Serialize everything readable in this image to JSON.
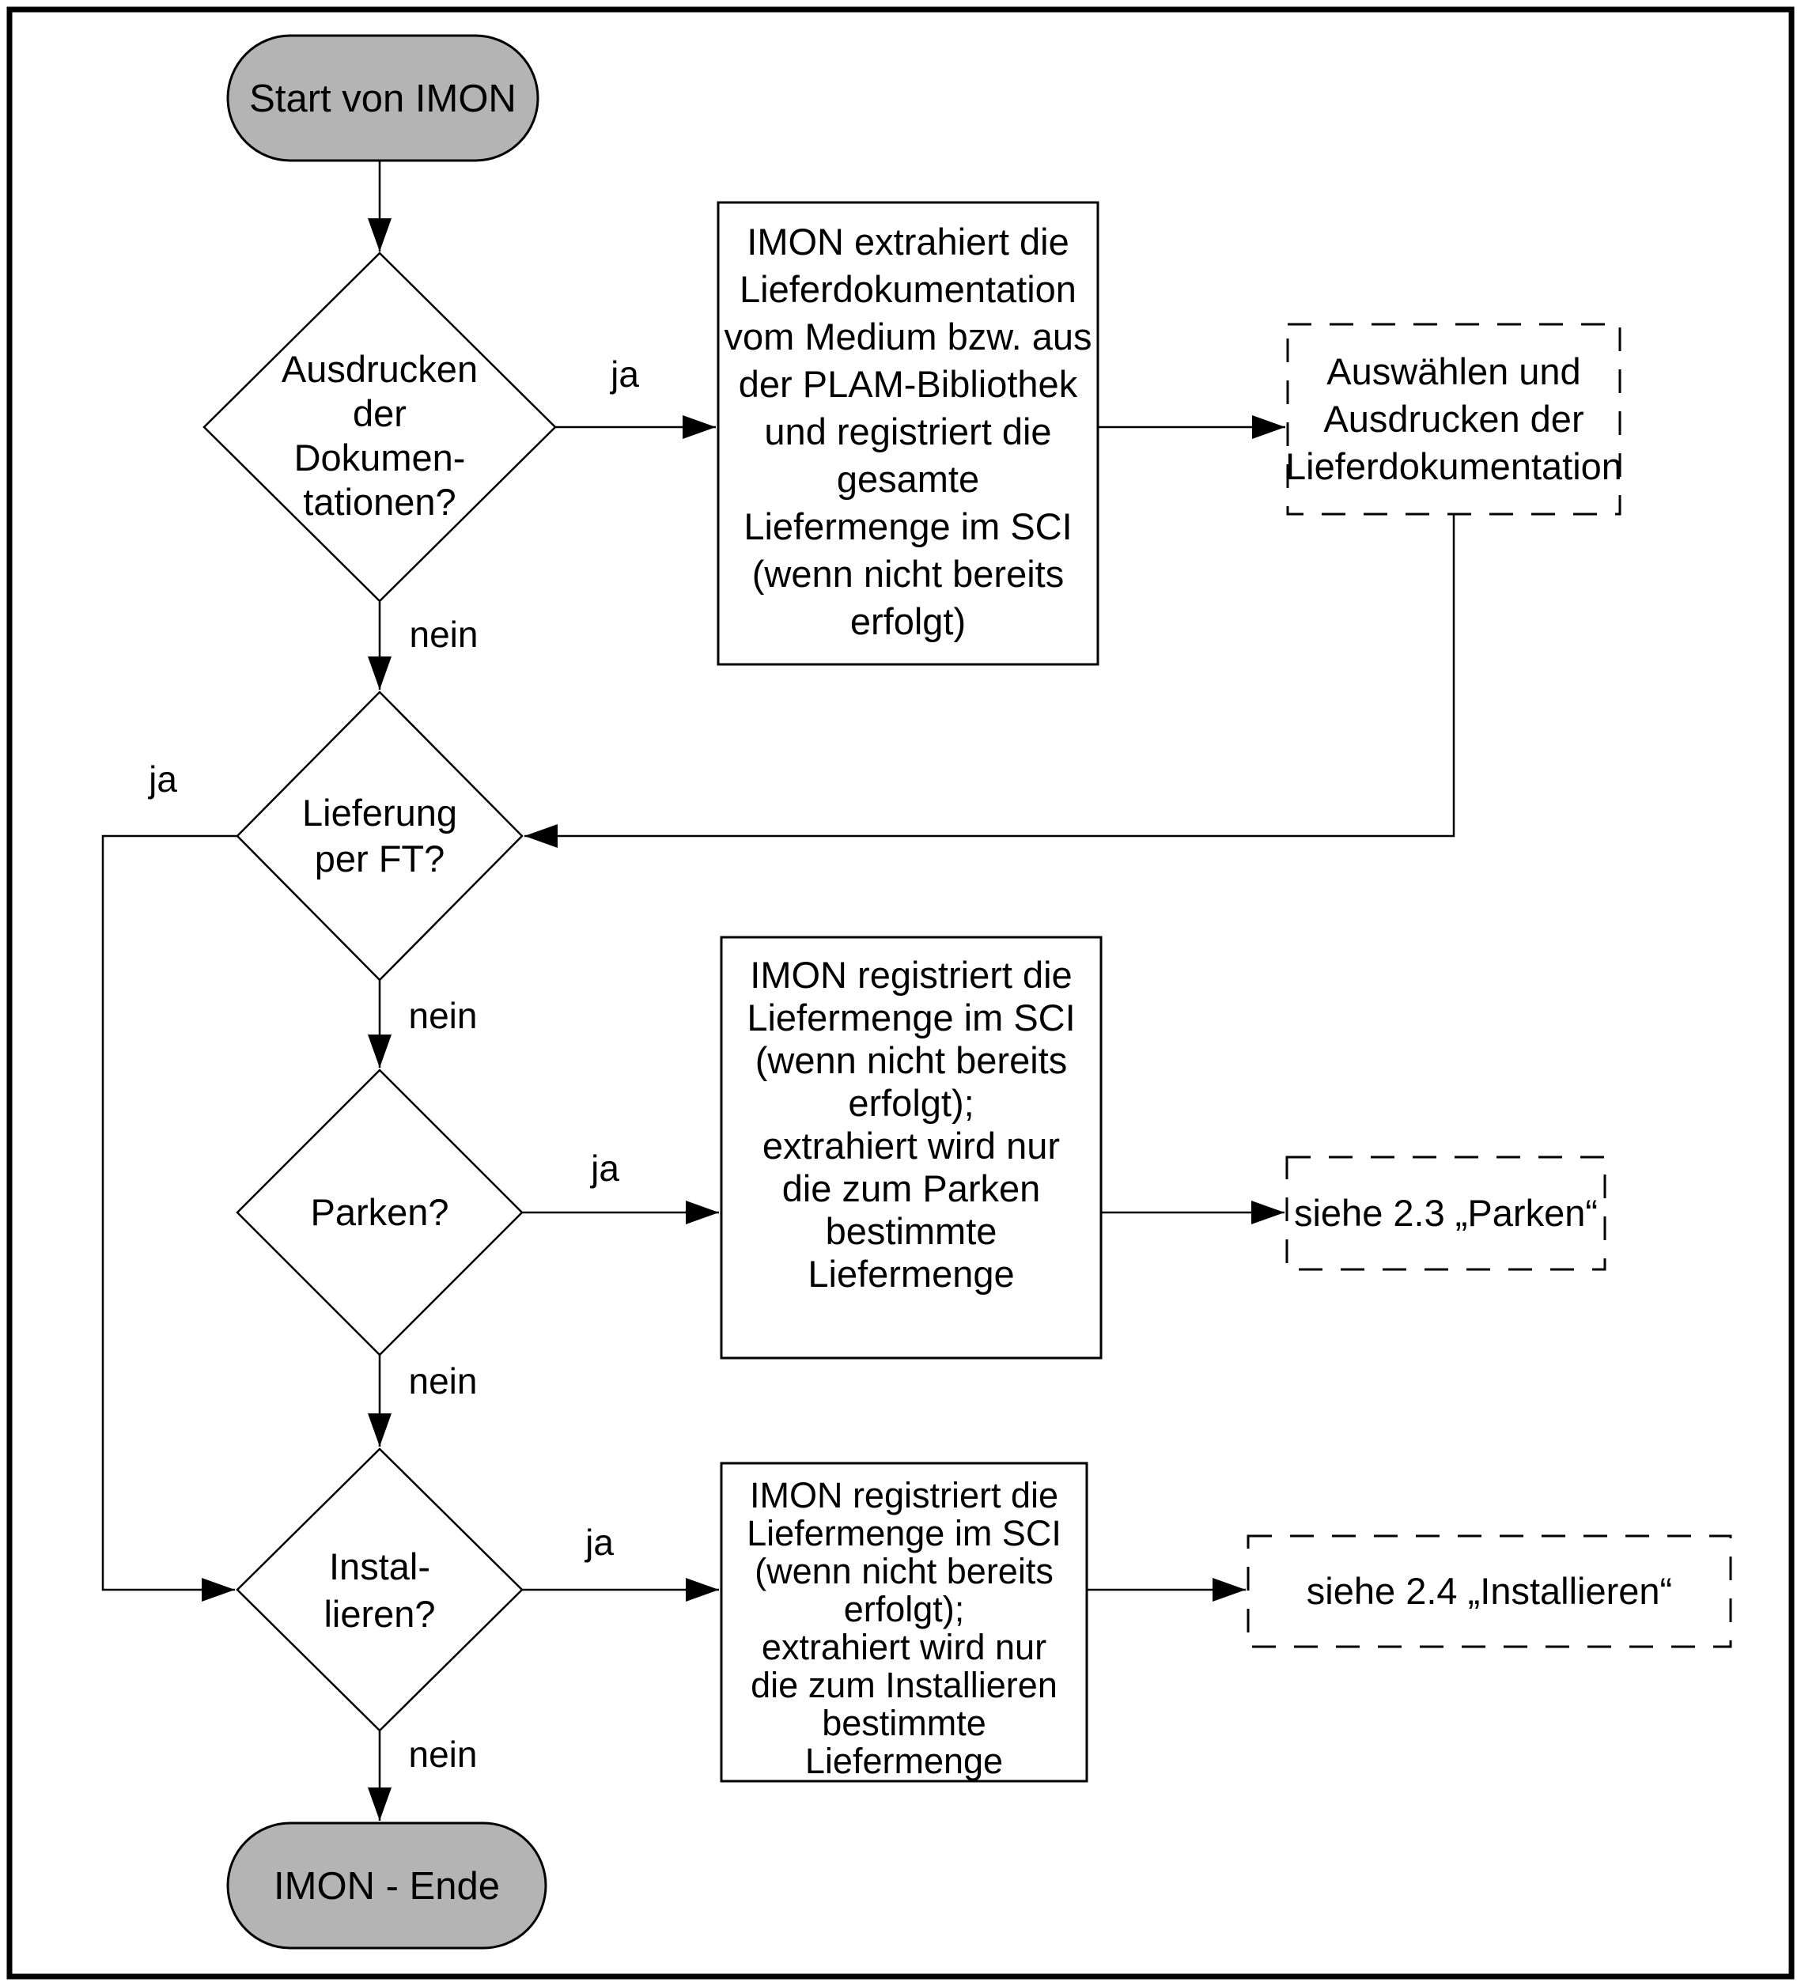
{
  "diagram": {
    "terminals": {
      "start": "Start von IMON",
      "end": "IMON - Ende"
    },
    "edge_labels": {
      "yes": "ja",
      "no": "nein"
    },
    "decisions": {
      "print_docs": {
        "lines": [
          "Ausdrucken",
          "der",
          "Dokumen-",
          "tationen?"
        ]
      },
      "delivery_ft": {
        "lines": [
          "Lieferung",
          "per FT?"
        ]
      },
      "park": {
        "lines": [
          "Parken?"
        ]
      },
      "install": {
        "lines": [
          "Instal-",
          "lieren?"
        ]
      }
    },
    "processes": {
      "extract_docs": {
        "lines": [
          "IMON extrahiert die",
          "Lieferdokumentation",
          "vom Medium bzw. aus",
          "der PLAM-Bibliothek",
          "und registriert die",
          "gesamte",
          "Liefermenge im SCI",
          "(wenn nicht bereits",
          "erfolgt)"
        ]
      },
      "register_park": {
        "lines": [
          "IMON registriert die",
          "Liefermenge im SCI",
          "(wenn nicht bereits",
          "erfolgt);",
          "extrahiert wird nur",
          "die zum Parken",
          "bestimmte",
          "Liefermenge"
        ]
      },
      "register_install": {
        "lines": [
          "IMON registriert die",
          "Liefermenge im SCI",
          "(wenn nicht bereits",
          "erfolgt);",
          "extrahiert wird nur",
          "die zum Installieren",
          "bestimmte",
          "Liefermenge"
        ]
      }
    },
    "references": {
      "select_print_docs": {
        "lines": [
          "Auswählen und",
          "Ausdrucken der",
          "Lieferdokumentation"
        ]
      },
      "see_park": "siehe 2.3 „Parken“",
      "see_install": "siehe 2.4 „Installieren“"
    },
    "colors": {
      "terminal_fill": "#b4b4b4",
      "line": "#000000",
      "background": "#ffffff"
    }
  }
}
